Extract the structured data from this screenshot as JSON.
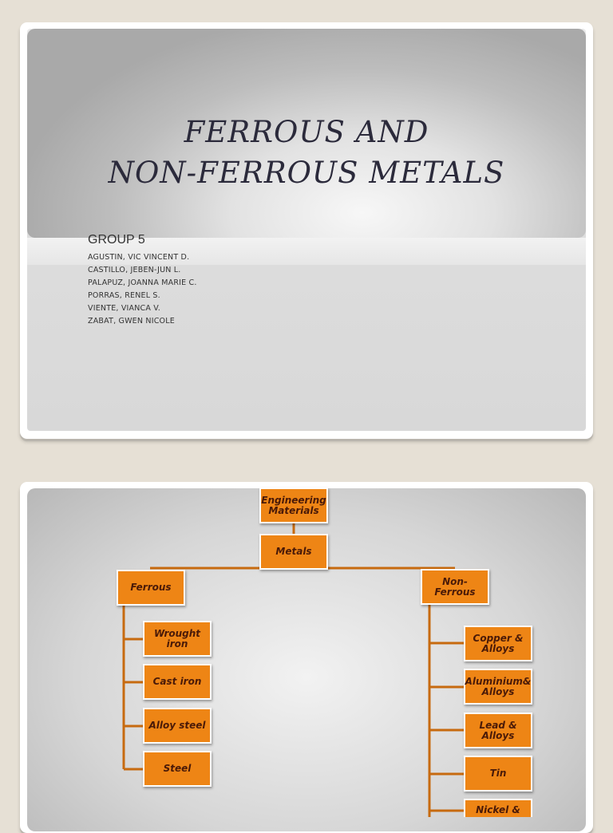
{
  "slide1": {
    "title_line1": "Ferrous and",
    "title_line2": "Non-ferrous Metals",
    "group_label": "GROUP 5",
    "members": [
      "AGUSTIN, VIC VINCENT D.",
      "CASTILLO, JEBEN-JUN L.",
      "PALAPUZ, JOANNA MARIE C.",
      "PORRAS, RENEL S.",
      "VIENTE, VIANCA V.",
      "ZABAT, GWEN NICOLE"
    ]
  },
  "slide2": {
    "root": "Engineering\nMaterials",
    "metals": "Metals",
    "ferrous": "Ferrous",
    "non_ferrous": "Non-\nFerrous",
    "ferrous_items": [
      "Wrought\niron",
      "Cast  iron",
      "Alloy steel",
      "Steel"
    ],
    "non_ferrous_items": [
      "Copper &\nAlloys",
      "Aluminium&\nAlloys",
      "Lead &\nAlloys",
      "Tin",
      "Nickel &"
    ]
  },
  "colors": {
    "node_fill": "#ee8515",
    "node_text": "#4a1a08",
    "connector": "#c76a0f",
    "title": "#2b2a3b",
    "page_bg": "#e6e0d5"
  }
}
